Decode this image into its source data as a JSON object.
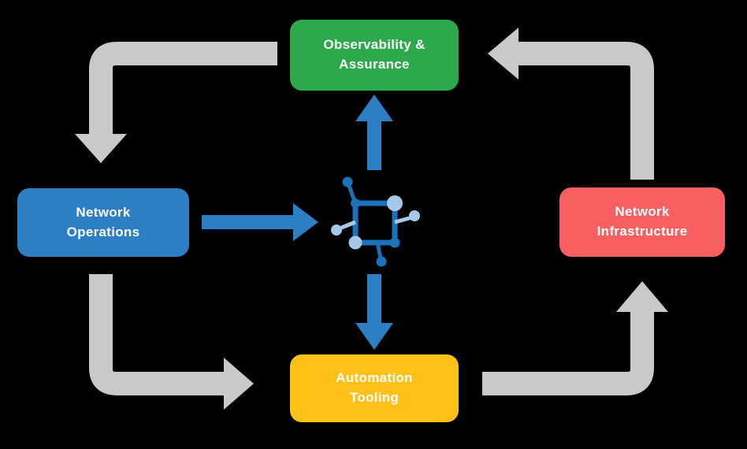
{
  "diagram": {
    "background": "#000000",
    "nodes": {
      "observability": {
        "line1": "Observability &",
        "line2": "Assurance",
        "color": "#2BA94C"
      },
      "operations": {
        "line1": "Network",
        "line2": "Operations",
        "color": "#2C7FC3"
      },
      "infrastructure": {
        "line1": "Network",
        "line2": "Infrastructure",
        "color": "#F85F61"
      },
      "automation": {
        "line1": "Automation",
        "line2": "Tooling",
        "color": "#FFC117"
      }
    },
    "colors": {
      "arrow_gray": "#C9C9C9",
      "arrow_blue": "#2C7FC3",
      "icon_dark_blue": "#1B72BB",
      "icon_light_blue": "#A6C9E9",
      "text": "#FFFFFF"
    },
    "center_icon_name": "network-nodes-icon",
    "edges": [
      {
        "from": "observability",
        "to": "operations",
        "style": "gray"
      },
      {
        "from": "operations",
        "to": "automation",
        "style": "gray"
      },
      {
        "from": "automation",
        "to": "infrastructure",
        "style": "gray"
      },
      {
        "from": "infrastructure",
        "to": "observability",
        "style": "gray"
      },
      {
        "from": "operations",
        "to": "center-icon",
        "style": "blue"
      },
      {
        "from": "center-icon",
        "to": "observability",
        "style": "blue"
      },
      {
        "from": "center-icon",
        "to": "automation",
        "style": "blue"
      }
    ]
  }
}
